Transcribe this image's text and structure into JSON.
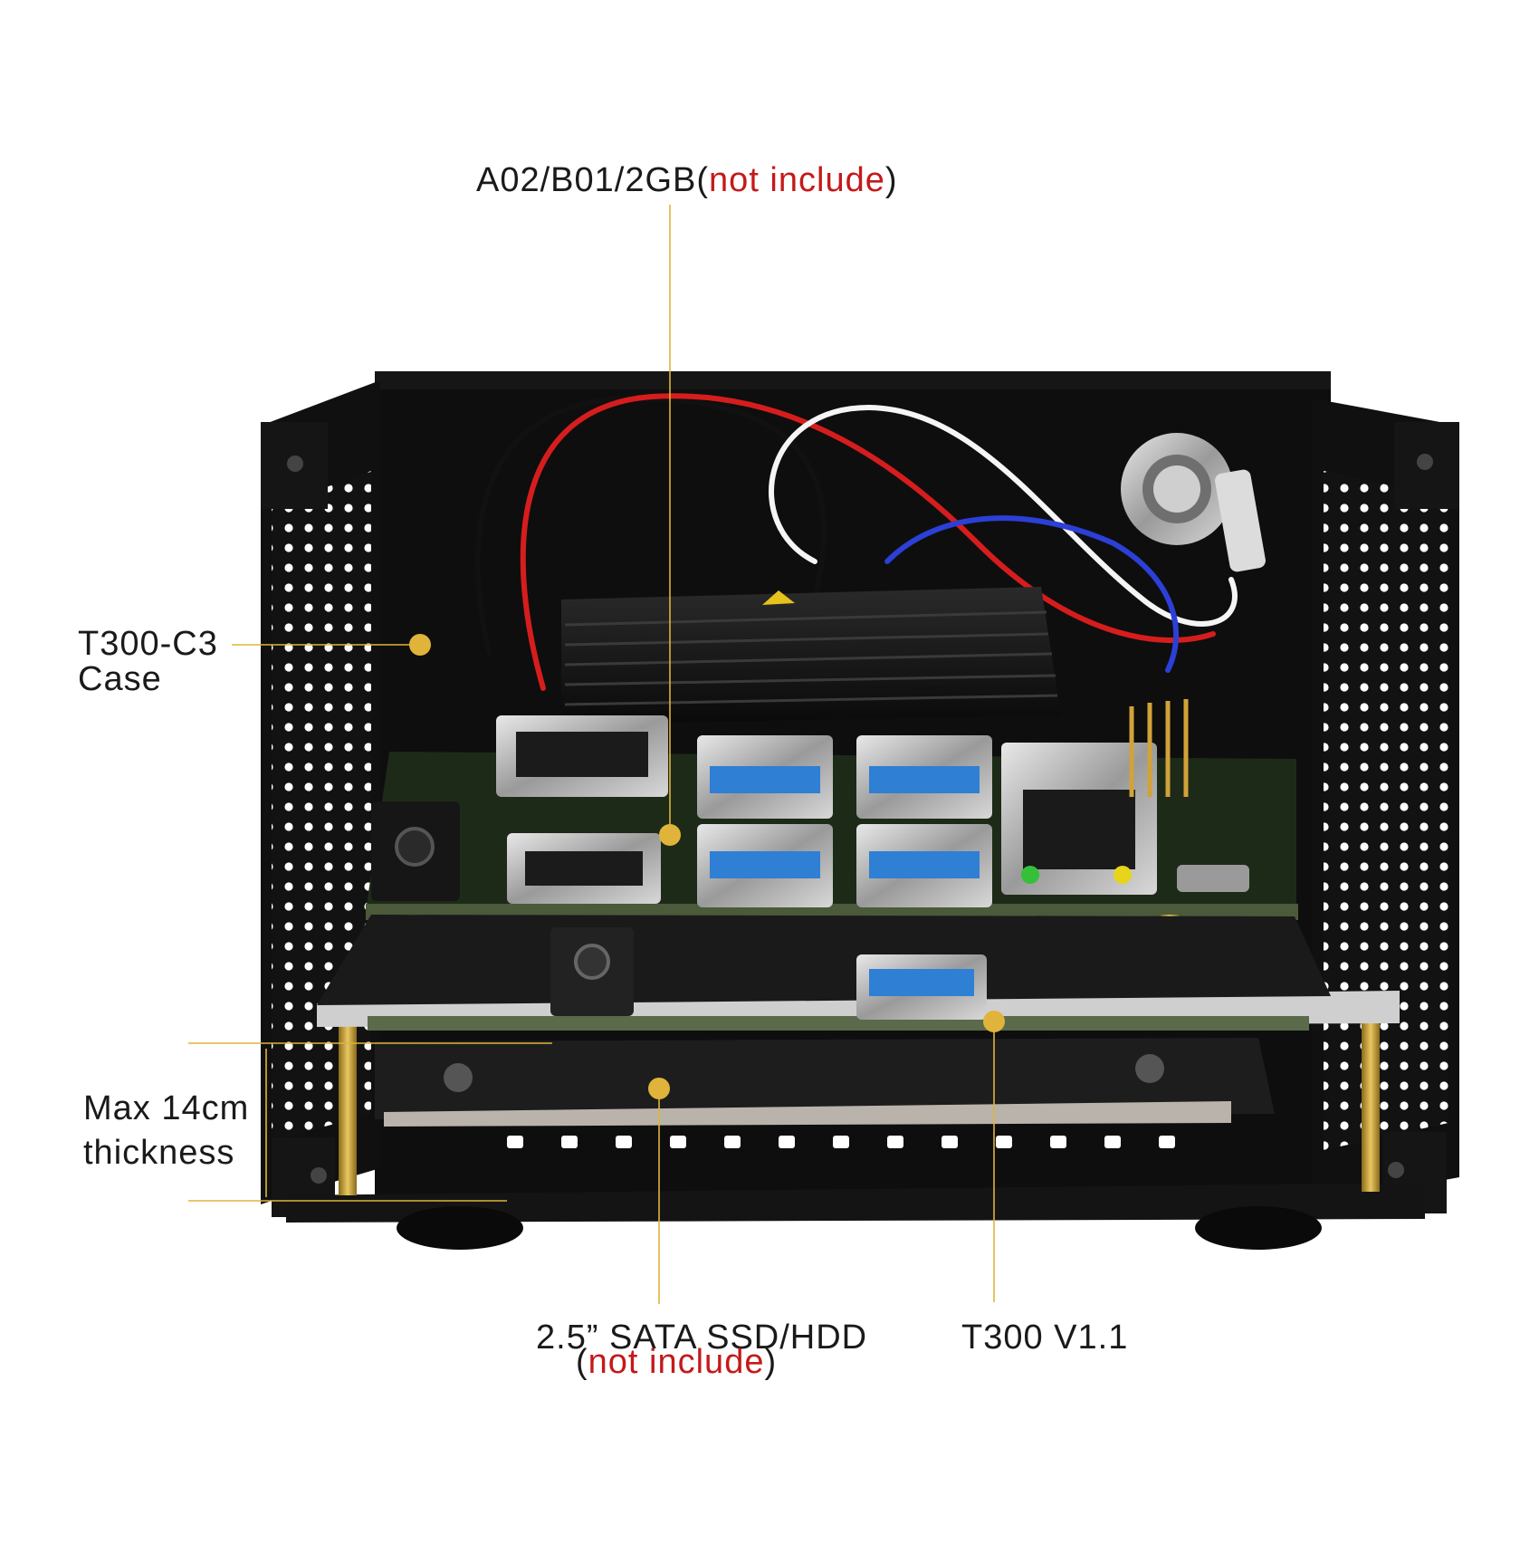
{
  "labels": {
    "board": {
      "text": "A02/B01/2GB(",
      "highlight": "not include",
      "close": ")"
    },
    "case": {
      "line1": "T300-C3",
      "line2": "Case"
    },
    "thickness": {
      "line1": "Max 14cm",
      "line2": "thickness"
    },
    "drive": {
      "line1": "2.5”  SATA SSD/HDD",
      "open": "(",
      "highlight": "not include",
      "close": ")"
    },
    "carrier": {
      "text": "T300 V1.1"
    }
  },
  "colors": {
    "callout": "#e0b43a",
    "highlight": "#c41a1a",
    "case_black": "#0d0d0d",
    "pcb_green": "#1d2a18",
    "usb_blue": "#2f7fd4"
  }
}
